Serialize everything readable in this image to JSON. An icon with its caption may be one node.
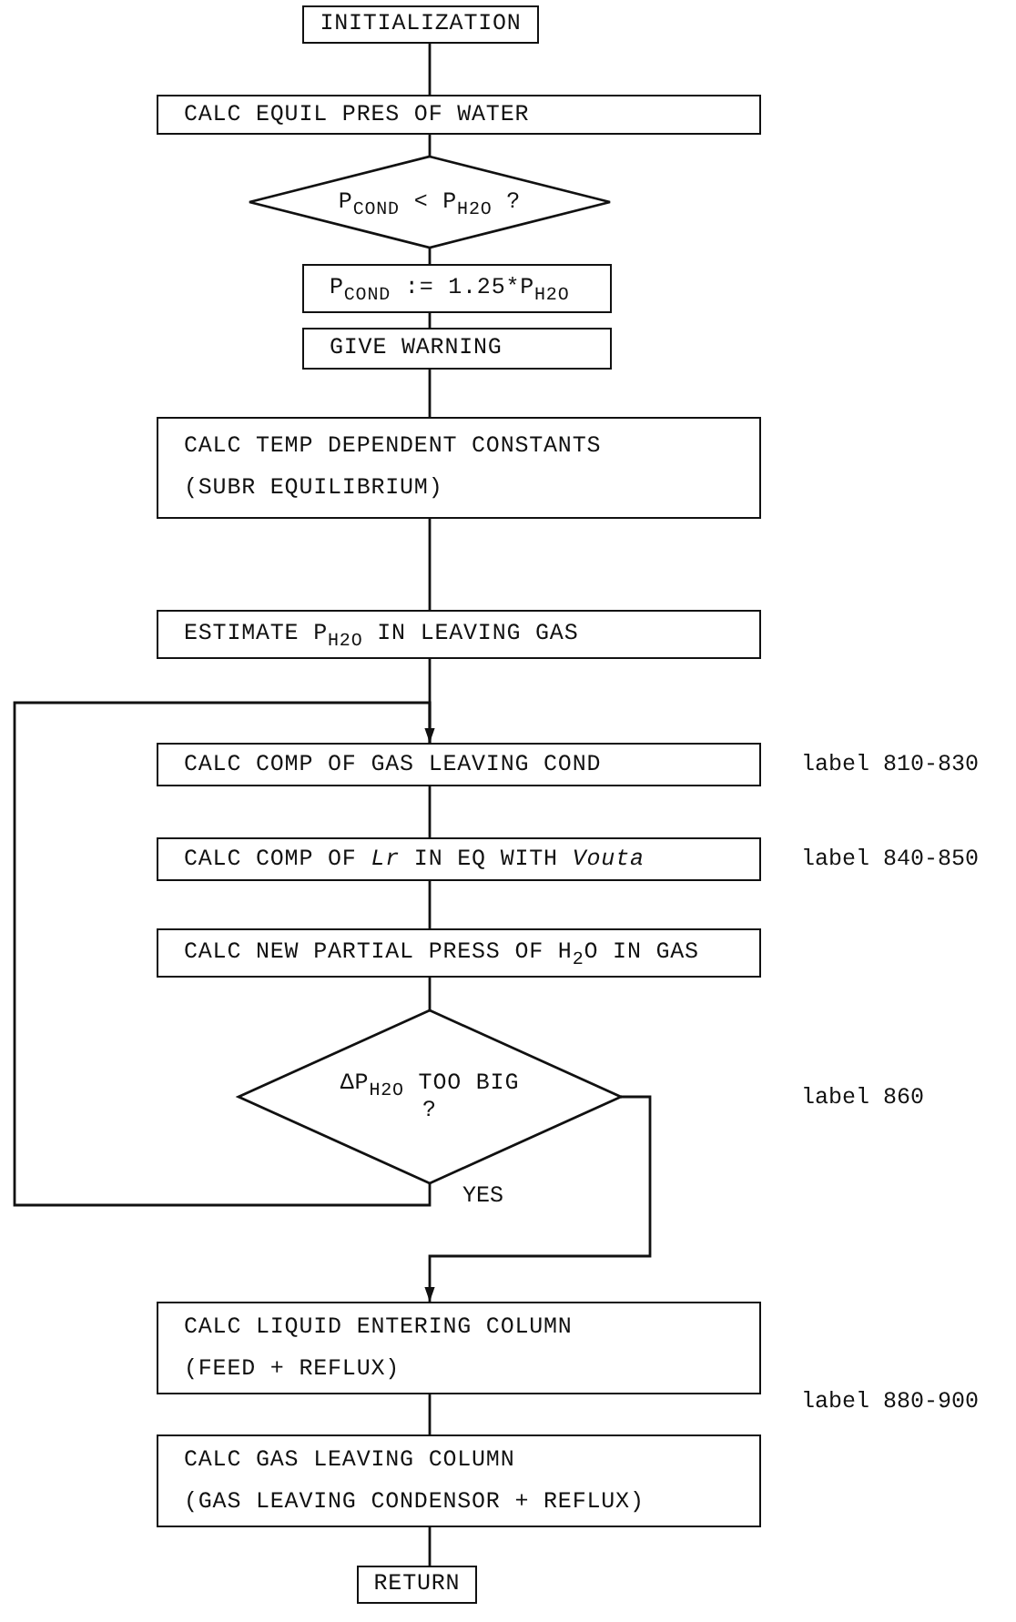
{
  "diagram": {
    "nodes": [
      {
        "text": [
          "INITIALIZATION"
        ]
      },
      {
        "text": [
          "CALC EQUIL PRES OF WATER"
        ]
      },
      {
        "text": [
          "P$_{COND}$ < P$_{H2O}$ ?"
        ]
      },
      {
        "text": [
          "P$_{COND}$ := 1.25*P$_{H2O}$"
        ]
      },
      {
        "text": [
          "GIVE WARNING"
        ]
      },
      {
        "text": [
          "CALC TEMP DEPENDENT CONSTANTS",
          "(SUBR EQUILIBRIUM)"
        ]
      },
      {
        "text": [
          "ESTIMATE P$_{H2O}$ IN LEAVING GAS"
        ]
      },
      {
        "text": [
          "CALC COMP OF GAS LEAVING COND"
        ],
        "beside": [
          "label 810-830"
        ]
      },
      {
        "text": [
          "CALC COMP OF *Lr* IN EQ WITH *Vouta*"
        ],
        "beside": [
          "label 840-850"
        ]
      },
      {
        "text": [
          "CALC NEW PARTIAL PRESS OF H$_{2}$O IN GAS"
        ]
      },
      {
        "text": [
          "ΔP$_{H2O}$ TOO BIG ?"
        ]
      },
      {
        "text": [
          "CALC LIQUID ENTERING COLUMN",
          "(FEED + REFLUX)"
        ]
      },
      {
        "text": [
          "CALC GAS LEAVING COLUMN",
          "(GAS LEAVING CONDENSOR + REFLUX)"
        ]
      },
      {
        "text": [
          "RETURN"
        ]
      }
    ],
    "edges": [
      {
        "from": 0,
        "to": 1,
        "arrow": "none"
      },
      {
        "from": 1,
        "to": 2,
        "arrow": "none"
      },
      {
        "from": 2,
        "to": 3,
        "arrow": "none"
      },
      {
        "from": 3,
        "to": 4,
        "arrow": "none"
      },
      {
        "from": 4,
        "to": 5,
        "arrow": "none"
      },
      {
        "from": 5,
        "to": 6,
        "arrow": "none"
      },
      {
        "from": 6,
        "to": 7,
        "arrow": "none"
      },
      {
        "from": 7,
        "to": 8,
        "arrow": "none"
      },
      {
        "from": 8,
        "to": 9,
        "arrow": "none"
      },
      {
        "from": 9,
        "to": 10,
        "arrow": "none"
      },
      {
        "from": 10,
        "to": 7,
        "arrow": "to",
        "label": "YES"
      },
      {
        "from": 10,
        "to": 11,
        "arrow": "to"
      },
      {
        "from": 11,
        "to": 12,
        "arrow": "none"
      },
      {
        "from": 12,
        "to": 13,
        "arrow": "none"
      }
    ],
    "labels": [
      "label 860",
      "label 880-900"
    ]
  }
}
